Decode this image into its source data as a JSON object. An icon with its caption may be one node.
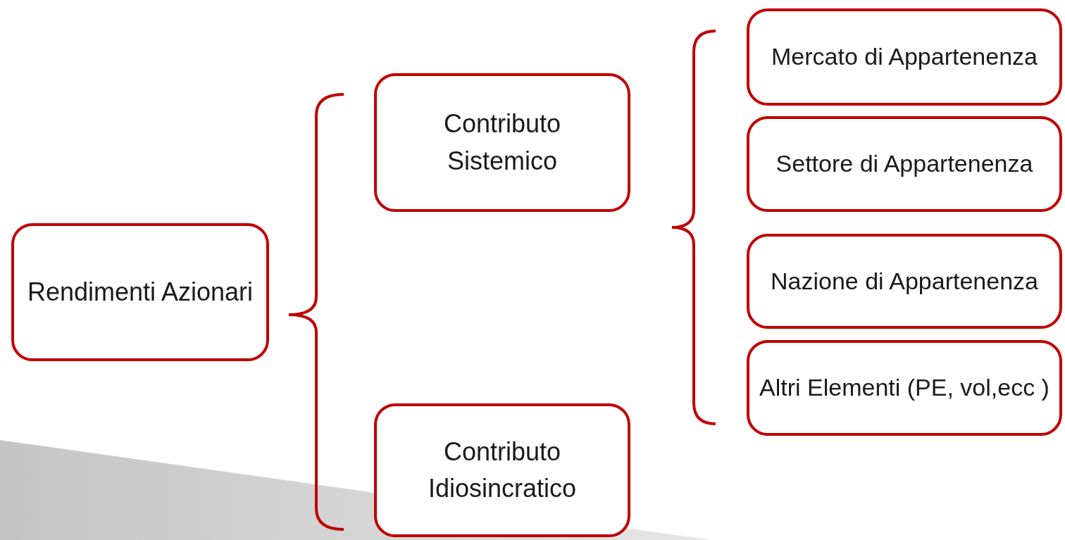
{
  "diagram": {
    "nodes": [
      {
        "text": [
          "Rendimenti Azionari"
        ]
      },
      {
        "text": [
          "Contributo Sistemico"
        ]
      },
      {
        "text": [
          "Contributo Idiosincratico"
        ]
      },
      {
        "text": [
          "Mercato di Appartenenza"
        ]
      },
      {
        "text": [
          "Settore di Appartenenza"
        ]
      },
      {
        "text": [
          "Nazione di Appartenenza"
        ]
      },
      {
        "text": [
          "Altri Elementi (PE, vol,ecc )"
        ]
      }
    ]
  }
}
